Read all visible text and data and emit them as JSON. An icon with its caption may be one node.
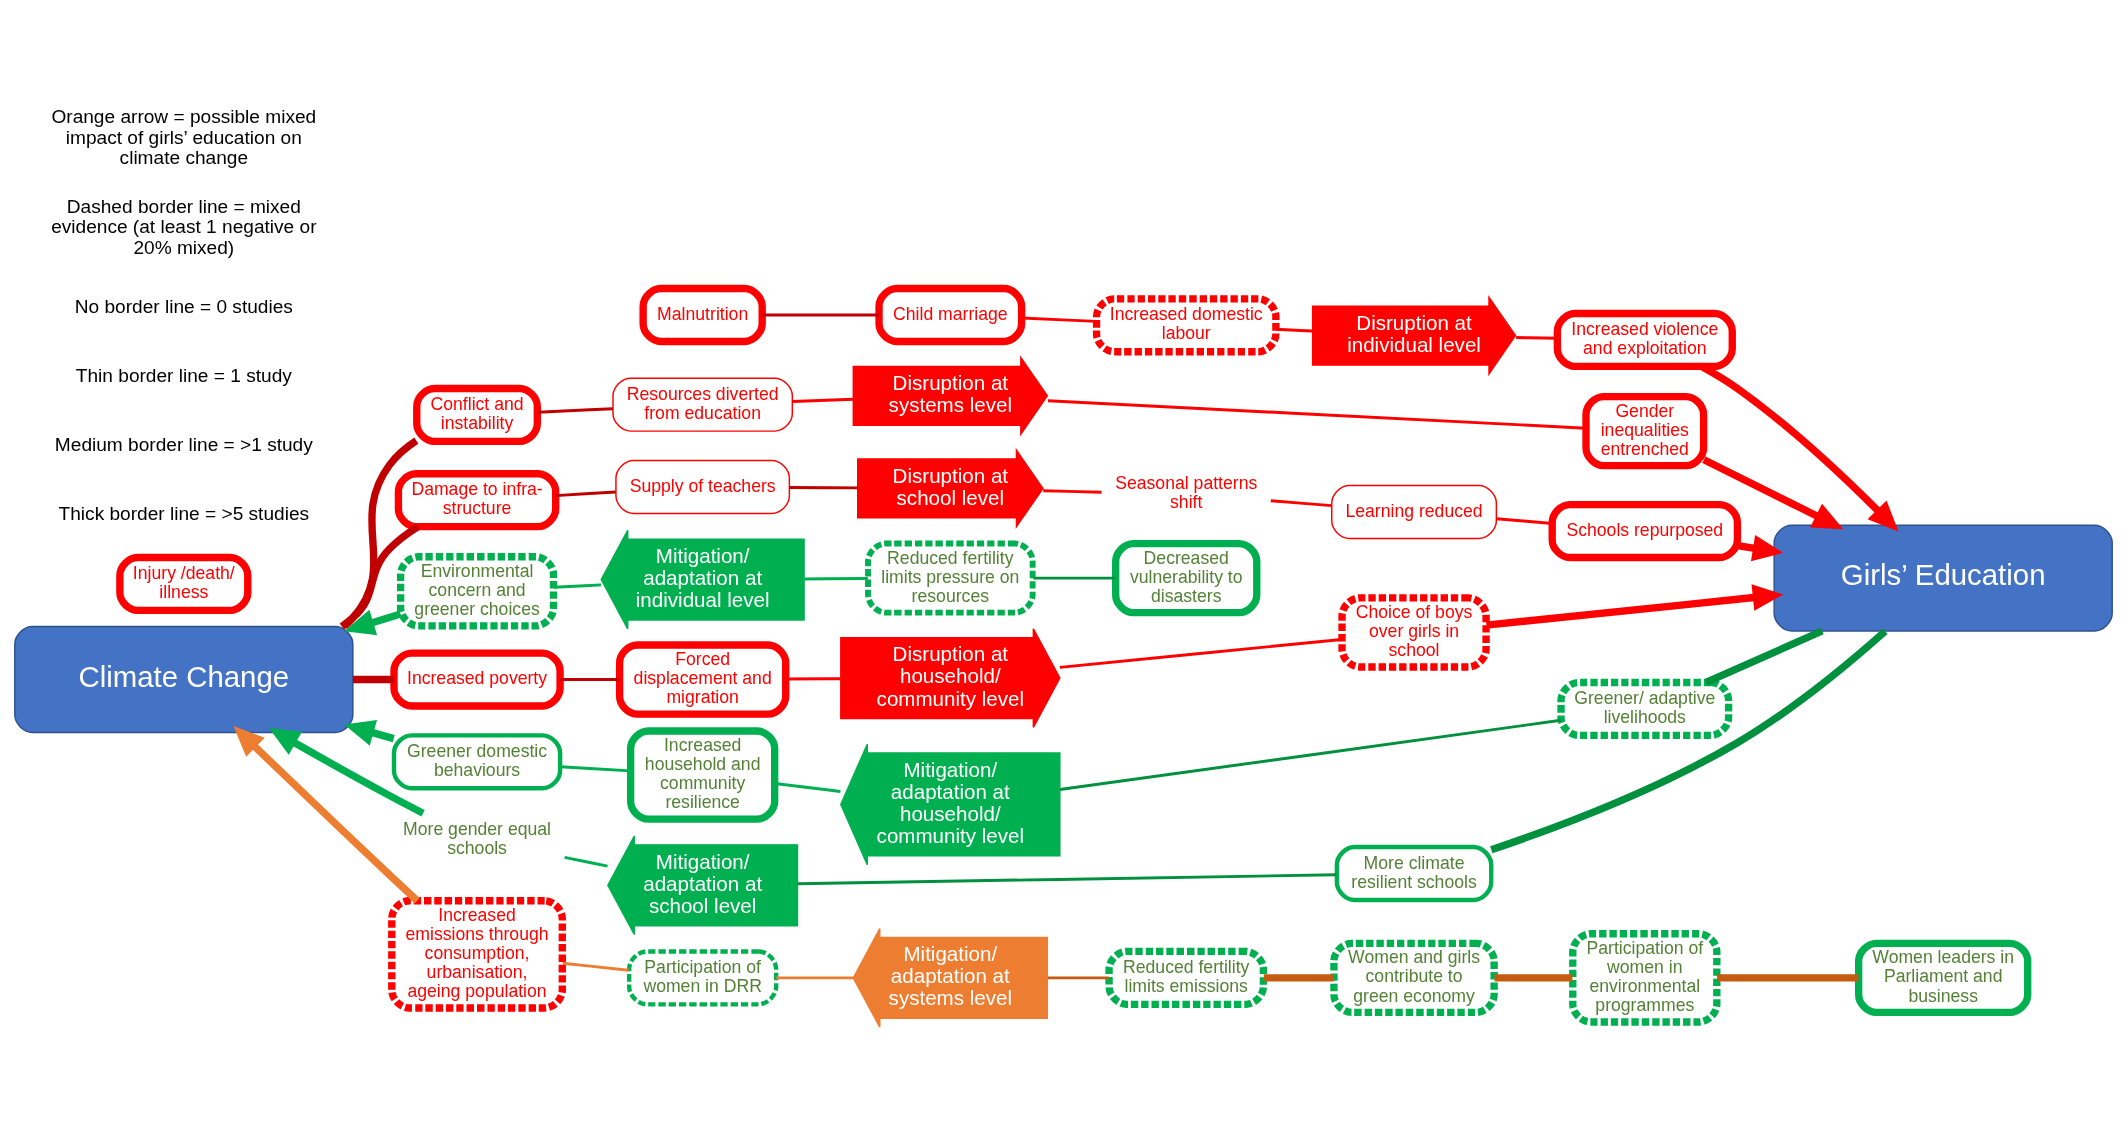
{
  "diagram": {
    "nodes": [
      {
        "text": [
          "Climate Change"
        ]
      },
      {
        "text": [
          "Girls’ Education"
        ]
      },
      {
        "text": [
          "Resources diverted from education"
        ]
      },
      {
        "text": [
          "Disruption at systems level"
        ]
      },
      {
        "text": [
          "Conflict and instability"
        ]
      },
      {
        "text": [
          "Supply of teachers"
        ]
      },
      {
        "text": [
          "Disruption at school level"
        ]
      },
      {
        "text": [
          "Seasonal patterns shift"
        ]
      },
      {
        "text": [
          "Learning reduced"
        ]
      },
      {
        "text": [
          "Gender inequalities entrenched"
        ]
      },
      {
        "text": [
          "Forced displacement and migration"
        ]
      },
      {
        "text": [
          "Disruption at household/ community level"
        ]
      },
      {
        "text": [
          "Damage to infra- structure"
        ]
      },
      {
        "text": [
          "Increased poverty"
        ]
      },
      {
        "text": [
          "Child marriage"
        ]
      },
      {
        "text": [
          "Increased domestic labour"
        ]
      },
      {
        "text": [
          "Disruption at individual level"
        ]
      },
      {
        "text": [
          "Increased violence and exploitation"
        ]
      },
      {
        "text": [
          "Choice of boys over girls in school"
        ]
      },
      {
        "text": [
          "Schools repurposed"
        ]
      },
      {
        "text": [
          "Injury /death/ illness"
        ]
      },
      {
        "text": [
          "Malnutrition"
        ]
      },
      {
        "text": [
          "Decreased vulnerability to disasters"
        ]
      },
      {
        "text": [
          "Women leaders in Parliament and business"
        ]
      },
      {
        "text": [
          "Environmental concern and greener choices"
        ]
      },
      {
        "text": [
          "Mitigation/ adaptation at individual level"
        ]
      },
      {
        "text": [
          "Reduced fertility limits pressure on resources"
        ]
      },
      {
        "text": [
          "Greener domestic behaviours"
        ]
      },
      {
        "text": [
          "Greener/ adaptive livelihoods"
        ]
      },
      {
        "text": [
          "Participation of women in environmental programmes"
        ]
      },
      {
        "text": [
          "Increased emissions through consumption, urbanisation, ageing population"
        ]
      },
      {
        "text": [
          "More gender equal schools"
        ]
      },
      {
        "text": [
          "Increased household and community resilience"
        ]
      },
      {
        "text": [
          "Mitigation/ adaptation at household/ community level"
        ]
      },
      {
        "text": [
          "More climate resilient schools"
        ]
      },
      {
        "text": [
          "Women and girls contribute to green economy"
        ]
      },
      {
        "text": [
          "Mitigation/ adaptation at school level"
        ]
      },
      {
        "text": [
          "Participation of women in DRR"
        ]
      },
      {
        "text": [
          "Mitigation/ adaptation at systems level"
        ]
      },
      {
        "text": [
          "Reduced fertility limits emissions"
        ]
      }
    ],
    "edges": [
      {
        "from": 0,
        "to": 4,
        "arrow": "none",
        "style": "thick",
        "color": "#c00000"
      },
      {
        "from": 4,
        "to": 2,
        "arrow": "none",
        "color": "#c00000"
      },
      {
        "from": 2,
        "to": 3,
        "arrow": "none"
      },
      {
        "from": 3,
        "to": 9,
        "arrow": "none"
      },
      {
        "from": 9,
        "to": 1,
        "arrow": "to",
        "style": "thick"
      },
      {
        "from": 0,
        "to": 12,
        "arrow": "none",
        "style": "thick",
        "color": "#c00000"
      },
      {
        "from": 12,
        "to": 5,
        "arrow": "none",
        "color": "#c00000"
      },
      {
        "from": 5,
        "to": 6,
        "arrow": "none",
        "color": "#c00000"
      },
      {
        "from": 6,
        "to": 7,
        "arrow": "none"
      },
      {
        "from": 7,
        "to": 8,
        "arrow": "none"
      },
      {
        "from": 8,
        "to": 19,
        "arrow": "none"
      },
      {
        "from": 19,
        "to": 1,
        "arrow": "to",
        "style": "thick"
      },
      {
        "from": 0,
        "to": 13,
        "arrow": "none",
        "style": "thick",
        "color": "#c00000"
      },
      {
        "from": 13,
        "to": 10,
        "arrow": "none",
        "color": "#c00000"
      },
      {
        "from": 10,
        "to": 11,
        "arrow": "none"
      },
      {
        "from": 11,
        "to": 18,
        "arrow": "none"
      },
      {
        "from": 18,
        "to": 1,
        "arrow": "to",
        "style": "thick"
      },
      {
        "from": 21,
        "to": 14,
        "arrow": "none",
        "color": "#c00000"
      },
      {
        "from": 14,
        "to": 15,
        "arrow": "none"
      },
      {
        "from": 15,
        "to": 16,
        "arrow": "none"
      },
      {
        "from": 16,
        "to": 17,
        "arrow": "none"
      },
      {
        "from": 17,
        "to": 1,
        "arrow": "to",
        "style": "thick"
      },
      {
        "from": 1,
        "to": 34,
        "arrow": "none",
        "style": "thick",
        "color": "#00903e"
      },
      {
        "from": 34,
        "to": 36,
        "arrow": "none",
        "color": "#00903e"
      },
      {
        "from": 36,
        "to": 31,
        "arrow": "none",
        "color": "#00b050"
      },
      {
        "from": 31,
        "to": 0,
        "arrow": "to",
        "style": "thick",
        "color": "#00b050"
      },
      {
        "from": 1,
        "to": 28,
        "arrow": "none",
        "style": "thick",
        "color": "#00903e"
      },
      {
        "from": 28,
        "to": 33,
        "arrow": "none",
        "color": "#00903e"
      },
      {
        "from": 33,
        "to": 32,
        "arrow": "none",
        "color": "#00b050"
      },
      {
        "from": 32,
        "to": 27,
        "arrow": "none",
        "color": "#00b050"
      },
      {
        "from": 27,
        "to": 0,
        "arrow": "to",
        "style": "thick",
        "color": "#00b050"
      },
      {
        "from": 22,
        "to": 26,
        "arrow": "none",
        "color": "#00903e"
      },
      {
        "from": 26,
        "to": 25,
        "arrow": "none",
        "color": "#00b050"
      },
      {
        "from": 25,
        "to": 24,
        "arrow": "none",
        "color": "#00b050"
      },
      {
        "from": 24,
        "to": 0,
        "arrow": "to",
        "style": "thick",
        "color": "#00b050"
      },
      {
        "from": 23,
        "to": 29,
        "arrow": "none",
        "style": "thick",
        "color": "#c55a11"
      },
      {
        "from": 29,
        "to": 35,
        "arrow": "none",
        "style": "thick",
        "color": "#c55a11"
      },
      {
        "from": 35,
        "to": 39,
        "arrow": "none",
        "style": "thick",
        "color": "#c55a11"
      },
      {
        "from": 39,
        "to": 38,
        "arrow": "none",
        "color": "#c55a11"
      },
      {
        "from": 38,
        "to": 37,
        "arrow": "none",
        "color": "#ed7d31"
      },
      {
        "from": 37,
        "to": 30,
        "arrow": "none",
        "color": "#ed7d31"
      },
      {
        "from": 30,
        "to": 0,
        "arrow": "to",
        "style": "thick",
        "color": "#ed7d31"
      }
    ],
    "labels": [
      "Thick border line = >5 studies",
      "Medium border line = >1 study",
      "Thin border line = 1 study",
      "No border line = 0 studies",
      "Dashed border line = mixed evidence (at least 1 negative or 20% mixed)",
      "Orange arrow = possible mixed impact of girls’ education on climate change"
    ]
  }
}
